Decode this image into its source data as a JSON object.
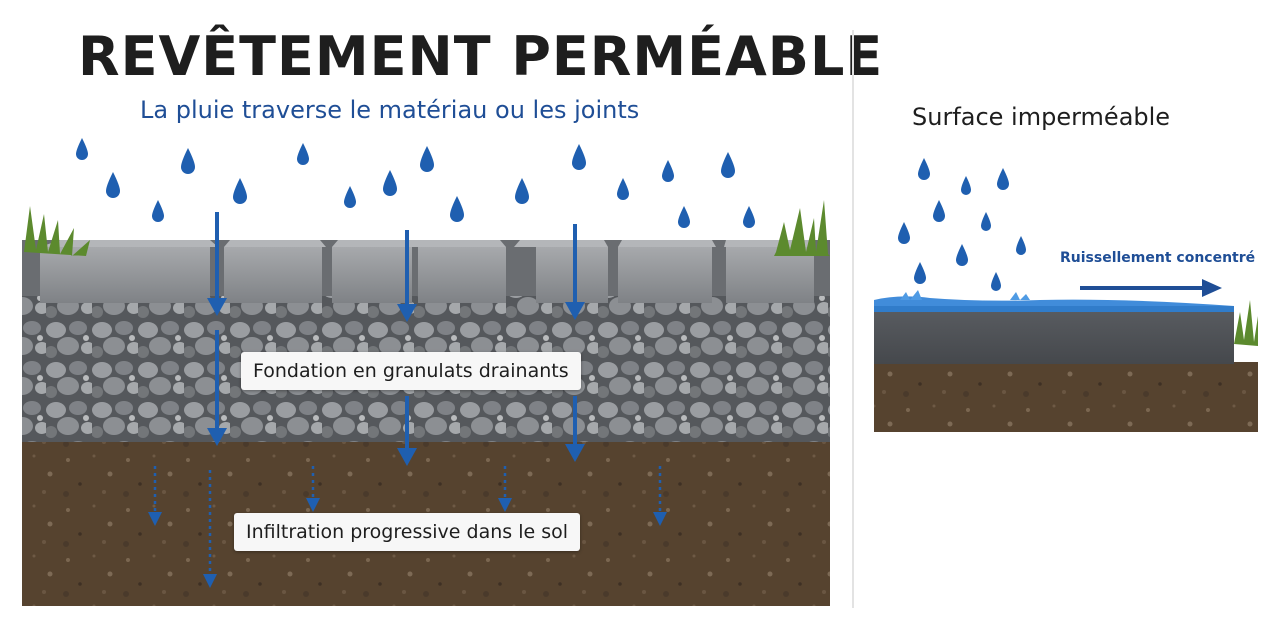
{
  "permeable": {
    "title": "REVÊTEMENT PERMÉABLE",
    "subtitle": "La pluie traverse le matériau ou les joints",
    "layers": {
      "foundation_label": "Fondation en granulats drainants",
      "soil_label": "Infiltration progressive dans le sol"
    }
  },
  "impermeable": {
    "title": "Surface imperméable",
    "runoff_label": "Ruissellement concentré"
  },
  "colors": {
    "water_blue": "#1f5fb0",
    "title_dark": "#1e1e1e",
    "subtitle_blue": "#1f4e96",
    "paver_gray": "#8f9296",
    "gravel_gray": "#6e7175",
    "soil_brown": "#5a4634",
    "grass_green": "#5c8a2e"
  },
  "icons": {
    "rain": "raindrop-icon",
    "flow": "arrow-down-icon",
    "runoff": "arrow-right-icon",
    "vegetation": "grass-tuft-icon"
  }
}
